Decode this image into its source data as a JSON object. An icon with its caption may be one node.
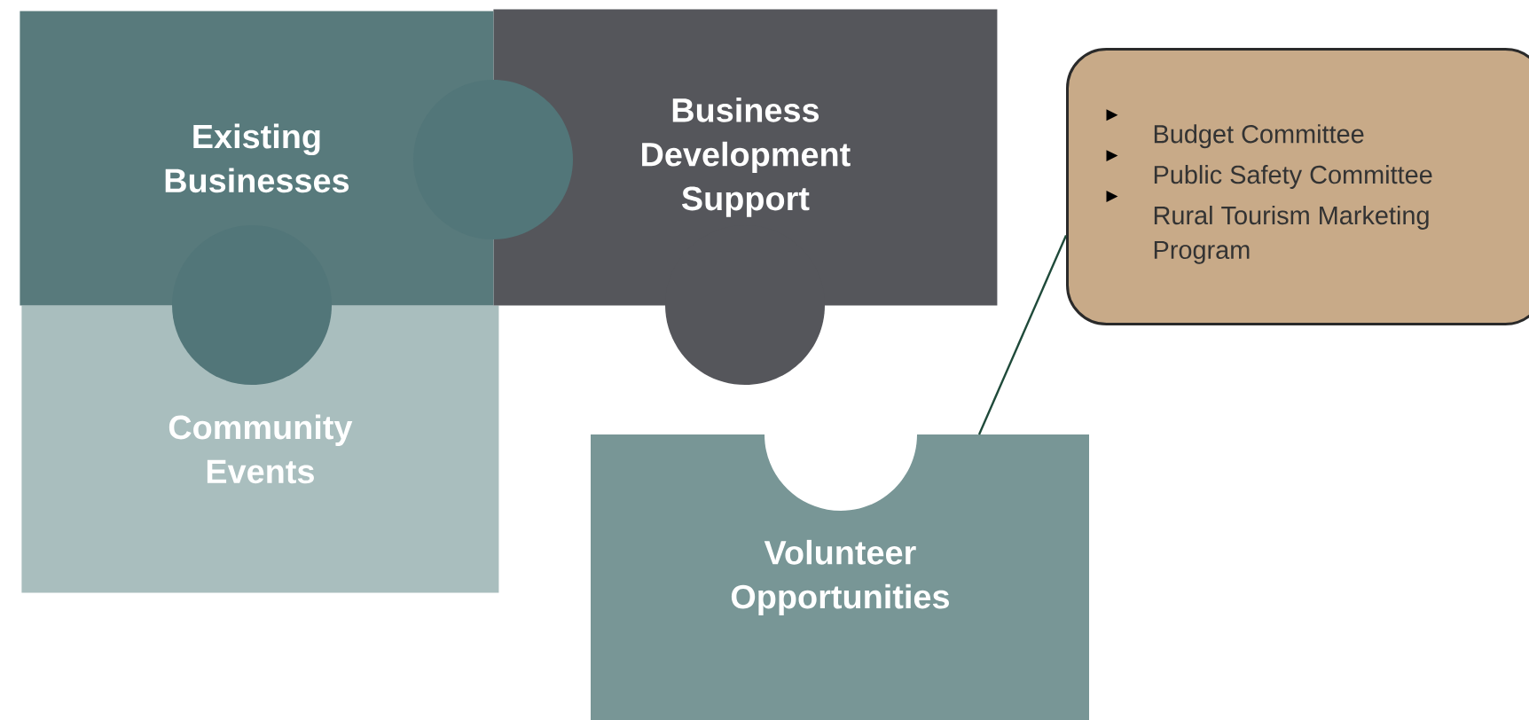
{
  "diagram": {
    "nodes": [
      {
        "text": [
          "Existing Businesses"
        ]
      },
      {
        "text": [
          "Business Development Support"
        ]
      },
      {
        "text": [
          "Community Events"
        ]
      },
      {
        "text": [
          "Volunteer Opportunities"
        ]
      },
      {
        "text": [
          "Budget Committee",
          "Public Safety Committee",
          "Rural Tourism Marketing Program"
        ]
      }
    ],
    "edges": [
      {
        "from": 4,
        "to": 3,
        "arrow": "none"
      }
    ]
  }
}
